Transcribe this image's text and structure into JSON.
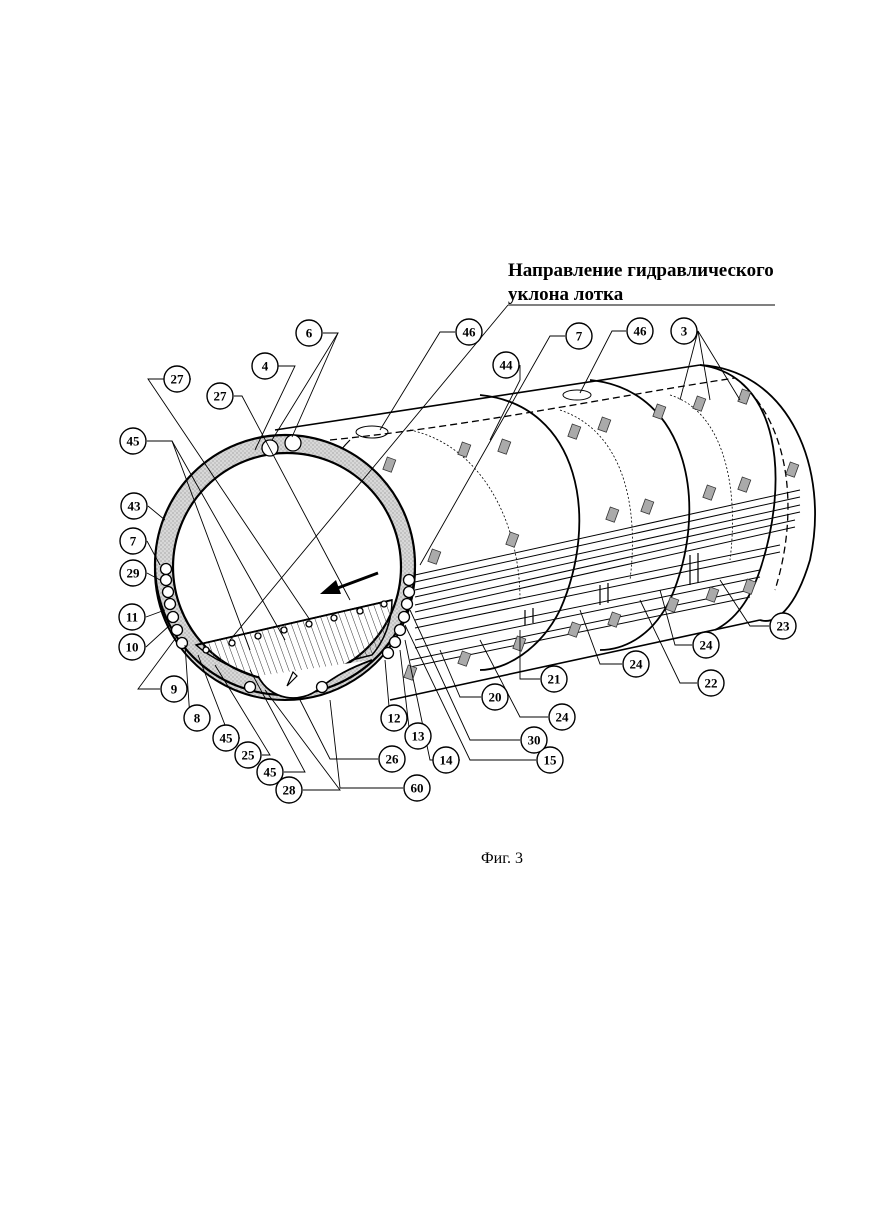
{
  "title_lines": [
    "Направление гидравлического",
    "уклона лотка"
  ],
  "caption": "Фиг. 3",
  "labels": [
    {
      "id": "6"
    },
    {
      "id": "4"
    },
    {
      "id": "27a",
      "text": "27"
    },
    {
      "id": "27b",
      "text": "27"
    },
    {
      "id": "45a",
      "text": "45"
    },
    {
      "id": "43"
    },
    {
      "id": "7a",
      "text": "7"
    },
    {
      "id": "29"
    },
    {
      "id": "11"
    },
    {
      "id": "10"
    },
    {
      "id": "9"
    },
    {
      "id": "8"
    },
    {
      "id": "45b",
      "text": "45"
    },
    {
      "id": "25"
    },
    {
      "id": "45c",
      "text": "45"
    },
    {
      "id": "28"
    },
    {
      "id": "60"
    },
    {
      "id": "26"
    },
    {
      "id": "14"
    },
    {
      "id": "15"
    },
    {
      "id": "13"
    },
    {
      "id": "30"
    },
    {
      "id": "12"
    },
    {
      "id": "20"
    },
    {
      "id": "24a",
      "text": "24"
    },
    {
      "id": "21"
    },
    {
      "id": "24b",
      "text": "24"
    },
    {
      "id": "22"
    },
    {
      "id": "24c",
      "text": "24"
    },
    {
      "id": "23"
    },
    {
      "id": "46a",
      "text": "46"
    },
    {
      "id": "44"
    },
    {
      "id": "7b",
      "text": "7"
    },
    {
      "id": "46b",
      "text": "46"
    },
    {
      "id": "3"
    }
  ]
}
